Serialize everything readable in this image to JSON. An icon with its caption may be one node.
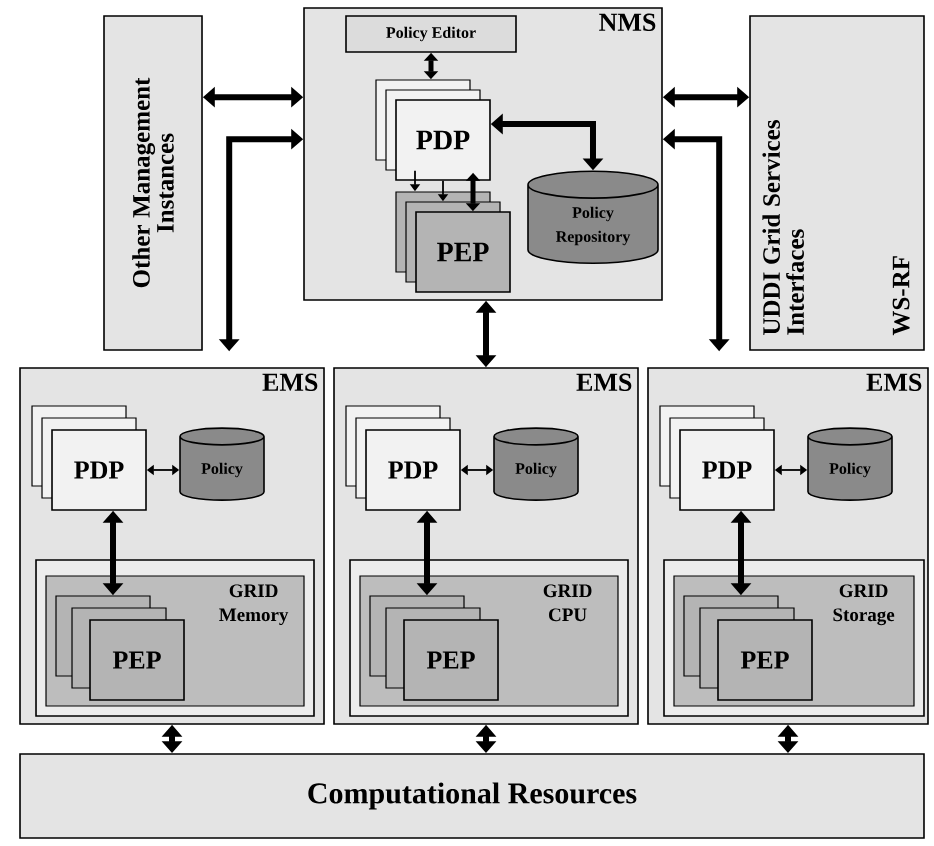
{
  "diagram": {
    "nodes": [
      {
        "text": [
          "Other Management Instances"
        ]
      },
      {
        "text": [
          "NMS"
        ]
      },
      {
        "text": [
          "Policy Editor"
        ],
        "in": 1
      },
      {
        "text": [
          "PDP"
        ],
        "in": 1
      },
      {
        "text": [
          "PEP"
        ],
        "in": 1
      },
      {
        "text": [
          "Policy Repository"
        ],
        "in": 1
      },
      {
        "text": [
          "UDDI Grid Services Interfaces",
          "WS-RF"
        ]
      },
      {
        "text": [
          "EMS"
        ]
      },
      {
        "text": [
          "PDP"
        ],
        "in": 7
      },
      {
        "text": [
          "Policy"
        ],
        "in": 7
      },
      {
        "text": [
          "GRID Memory"
        ],
        "in": 7
      },
      {
        "text": [
          "PEP"
        ],
        "in": 10
      },
      {
        "text": [
          "EMS"
        ]
      },
      {
        "text": [
          "PDP"
        ],
        "in": 12
      },
      {
        "text": [
          "Policy"
        ],
        "in": 12
      },
      {
        "text": [
          "GRID CPU"
        ],
        "in": 12
      },
      {
        "text": [
          "PEP"
        ],
        "in": 15
      },
      {
        "text": [
          "EMS"
        ]
      },
      {
        "text": [
          "PDP"
        ],
        "in": 17
      },
      {
        "text": [
          "Policy"
        ],
        "in": 17
      },
      {
        "text": [
          "GRID Storage"
        ],
        "in": 17
      },
      {
        "text": [
          "PEP"
        ],
        "in": 20
      },
      {
        "text": [
          "Computational Resources"
        ]
      }
    ],
    "edges": [
      {
        "from": 0,
        "to": 1,
        "arrow": "both"
      },
      {
        "from": 1,
        "to": 7,
        "arrow": "both"
      },
      {
        "from": 1,
        "to": 6,
        "arrow": "both"
      },
      {
        "from": 1,
        "to": 17,
        "arrow": "both"
      },
      {
        "from": 1,
        "to": 12,
        "arrow": "both"
      },
      {
        "from": 2,
        "to": 3,
        "arrow": "both"
      },
      {
        "from": 3,
        "to": 5,
        "arrow": "both"
      },
      {
        "from": 3,
        "to": 4,
        "arrow": "both"
      },
      {
        "from": 3,
        "to": 4,
        "arrow": "to"
      },
      {
        "from": 3,
        "to": 4,
        "arrow": "to"
      },
      {
        "from": 8,
        "to": 9,
        "arrow": "both"
      },
      {
        "from": 8,
        "to": 11,
        "arrow": "both"
      },
      {
        "from": 7,
        "to": 22,
        "arrow": "both"
      },
      {
        "from": 13,
        "to": 14,
        "arrow": "both"
      },
      {
        "from": 13,
        "to": 16,
        "arrow": "both"
      },
      {
        "from": 12,
        "to": 22,
        "arrow": "both"
      },
      {
        "from": 18,
        "to": 19,
        "arrow": "both"
      },
      {
        "from": 18,
        "to": 21,
        "arrow": "both"
      },
      {
        "from": 17,
        "to": 22,
        "arrow": "both"
      }
    ]
  }
}
